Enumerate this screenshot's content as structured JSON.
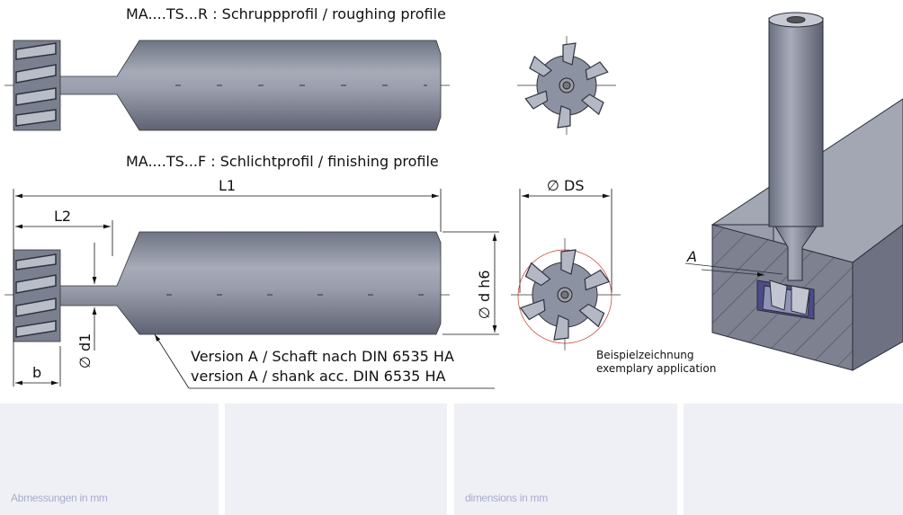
{
  "drawing": {
    "roughing_title": "MA....TS...R  : Schruppprofil / roughing profile",
    "finishing_title": "MA....TS...F  : Schlichtprofil / finishing profile",
    "dim_L1": "L1",
    "dim_L2": "L2",
    "dim_b": "b",
    "dim_d1": "∅ d1",
    "dim_dh6": "∅ d h6",
    "dim_DS": "∅ DS",
    "dim_A": "A",
    "version_de": "Version A / Schaft nach DIN 6535 HA",
    "version_en": "version A / shank acc. DIN 6535 HA",
    "example_de": "Beispielzeichnung",
    "example_en": "exemplary application"
  },
  "panels": [
    {
      "label": "Abmessungen in mm"
    },
    {
      "label": ""
    },
    {
      "label": "dimensions in mm"
    },
    {
      "label": ""
    }
  ],
  "colors": {
    "steel": "#8a8f9e",
    "panel": "#eff0f5",
    "panel_text": "#a9accb",
    "accent_red": "#c0392b"
  }
}
